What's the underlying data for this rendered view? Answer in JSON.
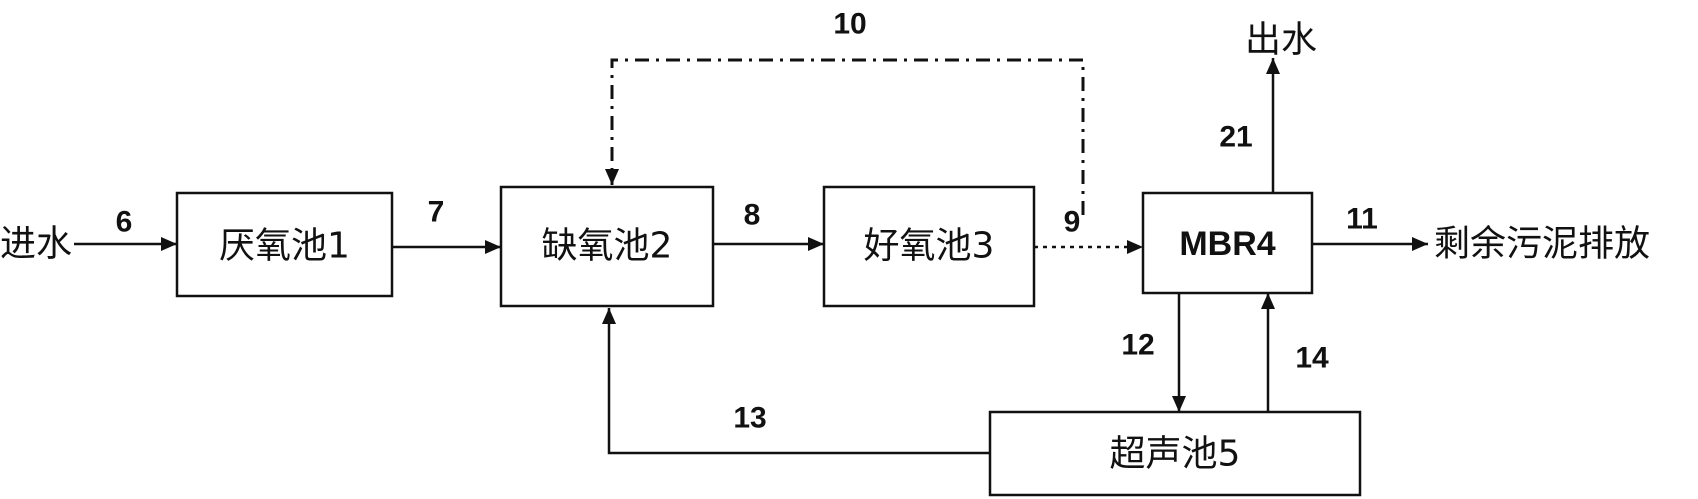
{
  "nodes": {
    "inlet": "进水",
    "anaerobic": "厌氧池1",
    "anoxic": "缺氧池2",
    "aerobic": "好氧池3",
    "mbr": "MBR4",
    "ultrasonic": "超声池5",
    "effluent": "出水",
    "sludge": "剩余污泥排放"
  },
  "edges": {
    "e6": "6",
    "e7": "7",
    "e8": "8",
    "e9": "9",
    "e10": "10",
    "e11": "11",
    "e12": "12",
    "e13": "13",
    "e14": "14",
    "e21": "21"
  },
  "colors": {
    "stroke": "#111111",
    "background": "#ffffff"
  }
}
